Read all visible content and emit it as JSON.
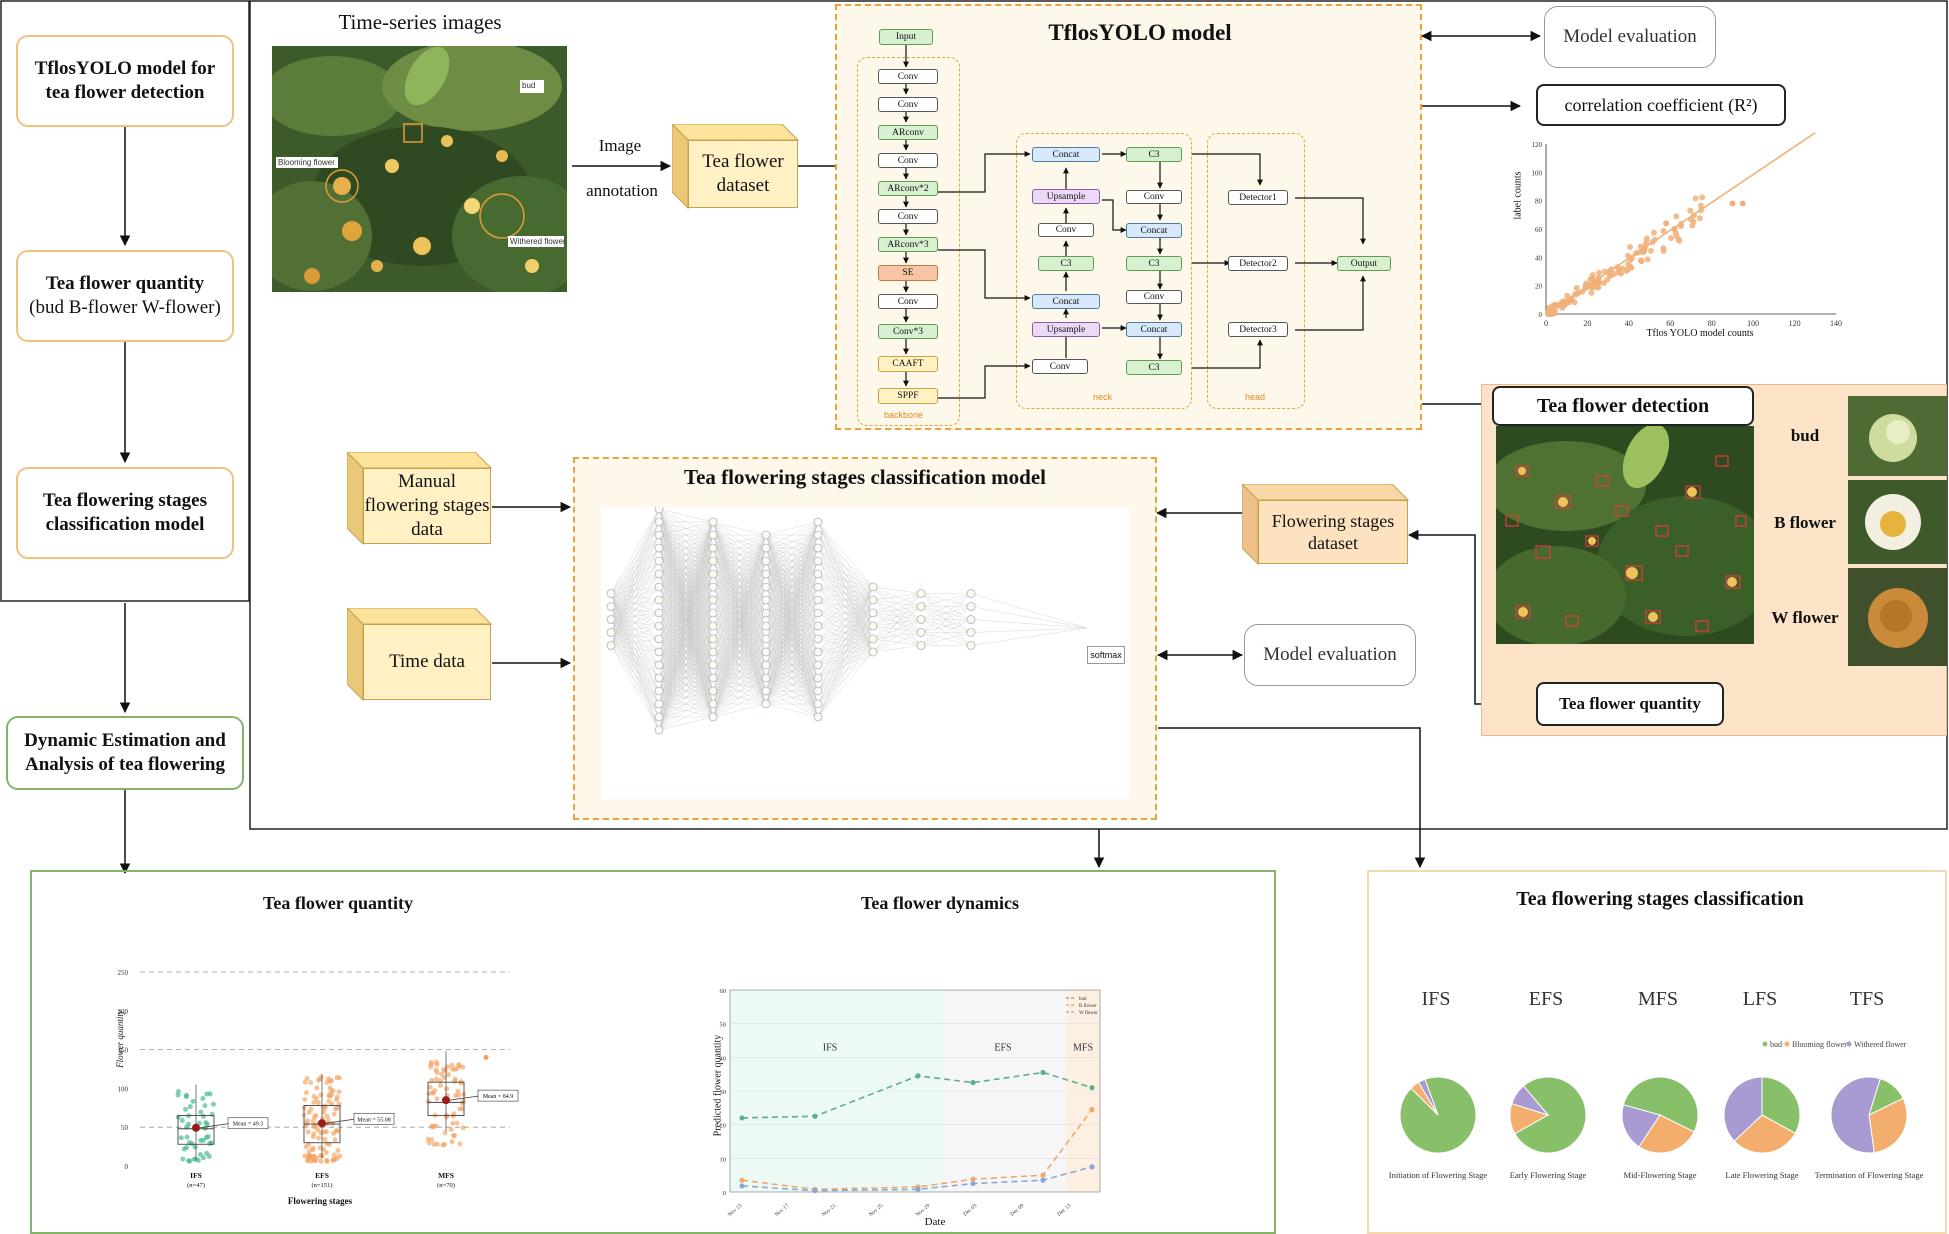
{
  "left_flow": {
    "step1": "TflosYOLO model for tea flower detection",
    "step2_line1": "Tea flower quantity",
    "step2_line2": "(bud B-flower W-flower)",
    "step3": "Tea flowering stages classification model",
    "step4": "Dynamic Estimation and Analysis of  tea flowering"
  },
  "image_section": {
    "title": "Time-series images",
    "photo_labels": [
      "bud",
      "Blooming flower",
      "Withered flower"
    ],
    "arrow_label_top": "Image",
    "arrow_label_bottom": "annotation"
  },
  "dataset_cube": "Tea flower dataset",
  "yolo": {
    "title": "TflosYOLO model",
    "input": "Input",
    "backbone": [
      "Conv",
      "Conv",
      "ARconv",
      "Conv",
      "ARconv*2",
      "Conv",
      "ARconv*3",
      "SE",
      "Conv",
      "Conv*3",
      "CAAFT",
      "SPPF"
    ],
    "backbone_label": "backbone",
    "neck_label": "neck",
    "head_label": "head",
    "neck_col1": [
      "Concat",
      "Upsample",
      "Conv",
      "C3",
      "Concat",
      "Upsample",
      "Conv"
    ],
    "neck_col2": [
      "C3",
      "Conv",
      "Concat",
      "C3",
      "Conv",
      "Concat",
      "C3"
    ],
    "head": [
      "Detector1",
      "Detector2",
      "Detector3"
    ],
    "output": "Output"
  },
  "model_evaluation_top": "Model evaluation",
  "correlation": {
    "label": "correlation coefficient (R²)",
    "xlabel": "Tflos YOLO model counts",
    "ylabel": "label counts",
    "xticks": [
      "0",
      "20",
      "40",
      "60",
      "80",
      "100",
      "120",
      "140"
    ],
    "yticks": [
      "0",
      "20",
      "40",
      "60",
      "80",
      "100",
      "120"
    ]
  },
  "detection_panel": {
    "title": "Tea flower detection",
    "classes": [
      "bud",
      "B flower",
      "W flower"
    ],
    "quantity": "Tea flower quantity"
  },
  "manual_cube": "Manual flowering stages data",
  "time_cube": "Time data",
  "stages_dataset_cube": "Flowering stages dataset",
  "classification_model": {
    "title": "Tea flowering stages classification model",
    "softmax": "softmax"
  },
  "model_evaluation_mid": "Model evaluation",
  "quantity_chart": {
    "title": "Tea flower quantity",
    "ylabel": "Flower quantity",
    "xlabel": "Flowering stages",
    "yticks": [
      "0",
      "50",
      "100",
      "150",
      "200",
      "250"
    ],
    "groups": [
      {
        "label": "IFS",
        "n": "(n=47)",
        "mean_label": "Mean = 49.3"
      },
      {
        "label": "EFS",
        "n": "(n=151)",
        "mean_label": "Mean = 55.08"
      },
      {
        "label": "MFS",
        "n": "(n=70)",
        "mean_label": "Mean = 84.9"
      }
    ]
  },
  "chart_data": [
    {
      "type": "box",
      "title": "Tea flower quantity",
      "xlabel": "Flowering stages",
      "ylabel": "Flower quantity",
      "categories": [
        "IFS",
        "EFS",
        "MFS"
      ],
      "means": [
        49.3,
        55.08,
        84.9
      ],
      "medians": [
        48,
        54,
        82
      ],
      "q1": [
        28,
        30,
        65
      ],
      "q3": [
        65,
        78,
        108
      ],
      "ylim": [
        0,
        250
      ]
    },
    {
      "type": "line",
      "title": "Tea flower dynamics",
      "xlabel": "Date",
      "ylabel": "Predicted flower quantity",
      "periods": [
        "IFS",
        "EFS",
        "MFS"
      ],
      "series": [
        {
          "name": "bud",
          "color": "#5fae8c",
          "values": [
            22,
            22.5,
            34.5,
            32.5,
            35.5,
            31
          ]
        },
        {
          "name": "B flower",
          "color": "#f0a868",
          "values": [
            3.5,
            0.8,
            1.5,
            3.8,
            5,
            24.5
          ]
        },
        {
          "name": "W flower",
          "color": "#8aa7d8",
          "values": [
            1.8,
            0.4,
            0.8,
            2.5,
            3.5,
            7.5
          ]
        }
      ],
      "ylim": [
        0,
        60
      ],
      "yticks": [
        "0",
        "10",
        "20",
        "30",
        "40",
        "50",
        "60"
      ]
    },
    {
      "type": "pie",
      "title": "Tea flowering stages classification",
      "legend": [
        "bud",
        "Blooming flower",
        "Withered flower"
      ],
      "colors": [
        "#88c06a",
        "#f3ad6d",
        "#a99ad2"
      ],
      "stages": [
        {
          "abbr": "IFS",
          "name": "Initiation of Flowering Stage",
          "values": [
            93,
            4,
            3
          ]
        },
        {
          "abbr": "EFS",
          "name": "Early Flowering Stage",
          "values": [
            78,
            13,
            9
          ]
        },
        {
          "abbr": "MFS",
          "name": "Mid-Flowering Stage",
          "values": [
            53,
            27,
            20
          ]
        },
        {
          "abbr": "LFS",
          "name": "Late Flowering Stage",
          "values": [
            33,
            30,
            37
          ]
        },
        {
          "abbr": "TFS",
          "name": "Termination of Flowering Stage",
          "values": [
            13,
            30,
            57
          ]
        }
      ]
    }
  ],
  "dynamics_chart": {
    "title": "Tea flower dynamics",
    "xlabel": "Date",
    "ylabel": "Predicted flower quantity",
    "periods": [
      "IFS",
      "EFS",
      "MFS"
    ],
    "xticks": [
      "Nov 13",
      "Nov 17",
      "Nov 21",
      "Nov 25",
      "Nov 29",
      "Dec 03",
      "Dec 09",
      "Dec 13"
    ],
    "legend": [
      "bud",
      "B flower",
      "W flower"
    ]
  },
  "pie_section": {
    "title": "Tea flowering stages classification"
  }
}
